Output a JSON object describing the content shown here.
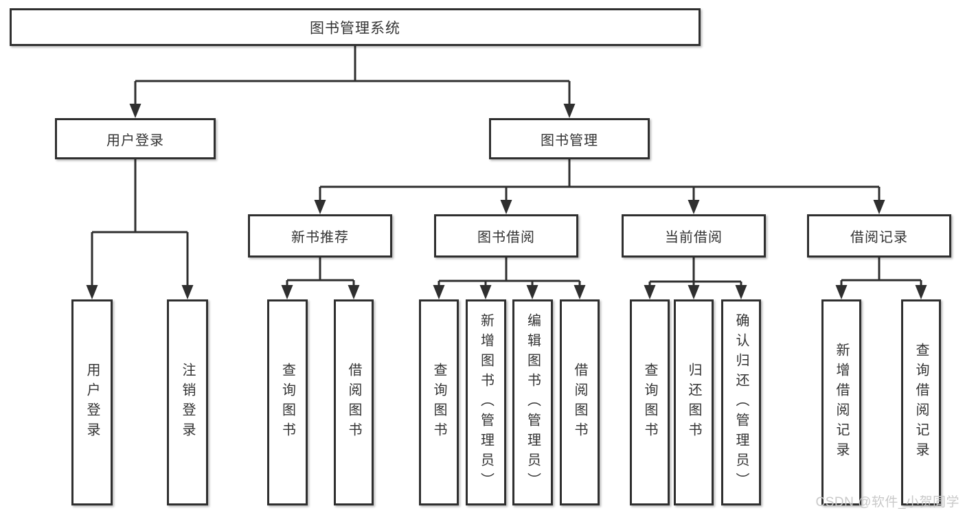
{
  "tree": {
    "label": "图书管理系统",
    "children": [
      {
        "label": "用户登录",
        "children": [
          {
            "label": "用户登录"
          },
          {
            "label": "注销登录"
          }
        ]
      },
      {
        "label": "图书管理",
        "children": [
          {
            "label": "新书推荐",
            "children": [
              {
                "label": "查询图书"
              },
              {
                "label": "借阅图书"
              }
            ]
          },
          {
            "label": "图书借阅",
            "children": [
              {
                "label": "查询图书"
              },
              {
                "label": "新增图书（管理员）"
              },
              {
                "label": "编辑图书（管理员）"
              },
              {
                "label": "借阅图书"
              }
            ]
          },
          {
            "label": "当前借阅",
            "children": [
              {
                "label": "查询图书"
              },
              {
                "label": "归还图书"
              },
              {
                "label": "确认归还（管理员）"
              }
            ]
          },
          {
            "label": "借阅记录",
            "children": [
              {
                "label": "新增借阅记录"
              },
              {
                "label": "查询借阅记录"
              }
            ]
          }
        ]
      }
    ]
  },
  "watermark": {
    "text": "CSDN @软件_小贺同学"
  },
  "colors": {
    "line": "#2f2f2f",
    "text": "#333333",
    "box_fill": "#ffffff",
    "background": "#ffffff",
    "watermark": "#c9c9c9"
  }
}
